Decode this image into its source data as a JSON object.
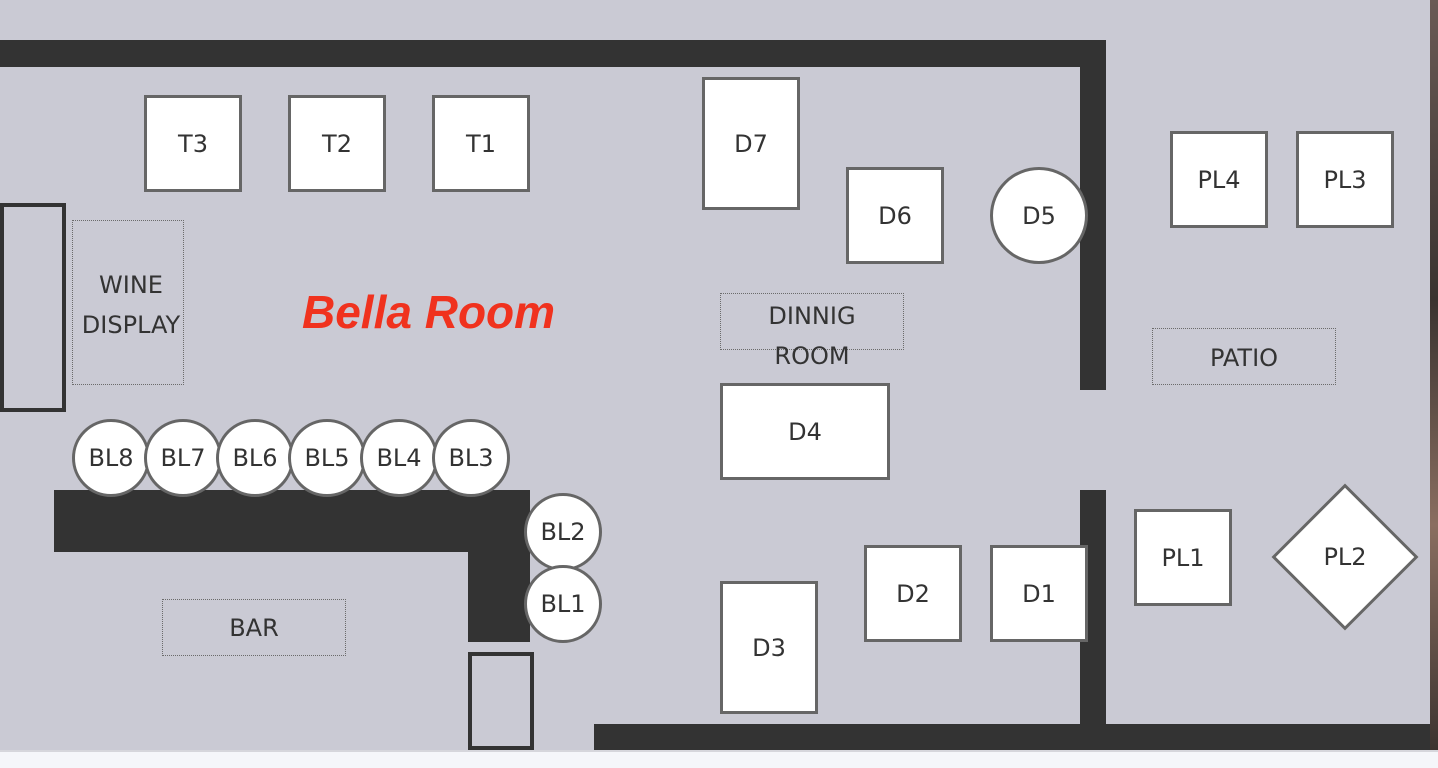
{
  "room": {
    "title": "Bella Room",
    "title_color": "#f0321e"
  },
  "zones": {
    "wine_display": "WINE DISPLAY",
    "dining_room": "DINNIG ROOM",
    "patio": "PATIO",
    "bar": "BAR"
  },
  "tables": {
    "t3": "T3",
    "t2": "T2",
    "t1": "T1",
    "d7": "D7",
    "d6": "D6",
    "d5": "D5",
    "d4": "D4",
    "d3": "D3",
    "d2": "D2",
    "d1": "D1",
    "pl4": "PL4",
    "pl3": "PL3",
    "pl1": "PL1",
    "pl2": "PL2",
    "bl8": "BL8",
    "bl7": "BL7",
    "bl6": "BL6",
    "bl5": "BL5",
    "bl4": "BL4",
    "bl3": "BL3",
    "bl2": "BL2",
    "bl1": "BL1"
  },
  "colors": {
    "floor": "#cacad4",
    "wall": "#333333",
    "table_fill": "#ffffff",
    "table_border": "#666666"
  }
}
